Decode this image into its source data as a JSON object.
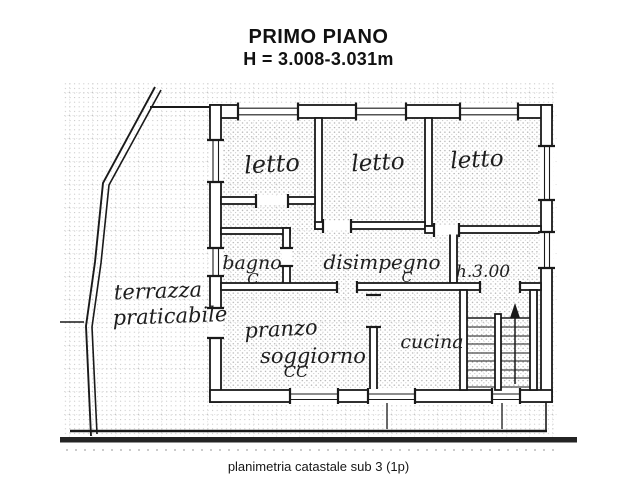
{
  "title": {
    "line1": "PRIMO PIANO",
    "line2": "H = 3.008-3.031m"
  },
  "caption": "planimetria catastale sub 3 (1p)",
  "colors": {
    "paper": "#ffffff",
    "ink": "#1a1a1a",
    "grid_dots": "#6f6f6f",
    "scan_bar": "#242424"
  },
  "plan": {
    "type": "cadastral-floor-plan",
    "rooms": [
      {
        "id": "letto-1",
        "label": "letto"
      },
      {
        "id": "letto-2",
        "label": "letto"
      },
      {
        "id": "letto-3",
        "label": "letto"
      },
      {
        "id": "bagno",
        "label": "bagno",
        "sub": "C"
      },
      {
        "id": "disimpegno",
        "label": "disimpegno",
        "sub": "C"
      },
      {
        "id": "height-note",
        "label": "h.3.00"
      },
      {
        "id": "terrazza",
        "label": "terrazza",
        "label2": "praticabile"
      },
      {
        "id": "pranzo",
        "label": "pranzo"
      },
      {
        "id": "soggiorno",
        "label": "soggiorno",
        "sub": "CC"
      },
      {
        "id": "cucina",
        "label": "cucina"
      }
    ]
  }
}
